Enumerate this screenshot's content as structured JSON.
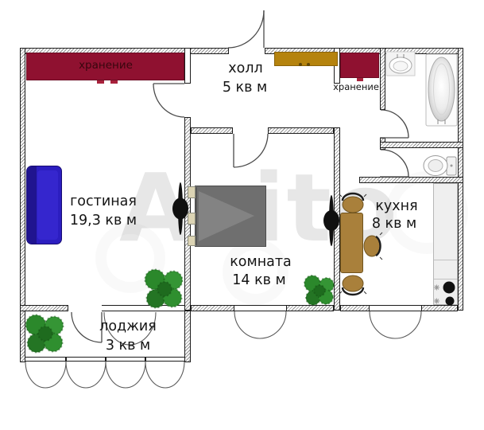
{
  "watermark": "Avito",
  "rooms": {
    "living": {
      "name": "гостиная",
      "area": "19,3 кв м"
    },
    "hall": {
      "name": "холл",
      "area": "5 кв м"
    },
    "bedroom": {
      "name": "комната",
      "area": "14 кв м"
    },
    "kitchen": {
      "name": "кухня",
      "area": "8 кв м"
    },
    "loggia": {
      "name": "лоджия",
      "area": "3 кв м"
    }
  },
  "storage": {
    "left_label": "хранение",
    "right_label": "хранение"
  },
  "colors": {
    "storage_red": "#8F1130",
    "wardrobe_gold": "#B5830E",
    "sofa_blue": "#2C1EC0",
    "bed_gray": "#6F6F6F",
    "dining_brown": "#A9803B",
    "plant_green": "#2F8F2F",
    "counter_gray": "#EFEFEF",
    "wall_line": "#1c1c1c"
  },
  "icons": {
    "sofa-icon": "blue top-view sofa",
    "bed-icon": "gray double bed with blanket",
    "wardrobe-icon": "gold hall wardrobe",
    "storage-shelf-icon": "dark-red storage shelf",
    "dining-table-icon": "brown table",
    "chair-icon": "round brown chair",
    "plant-icon": "green potted plant cluster",
    "bathtub-icon": "oval bathtub",
    "sink-icon": "washbasin",
    "toilet-icon": "toilet with tank",
    "stove-icon": "cooktop burners",
    "wall-decor-icon": "black wall ornament",
    "door-arc": "door swing arc",
    "window-arc": "window casement arc"
  }
}
